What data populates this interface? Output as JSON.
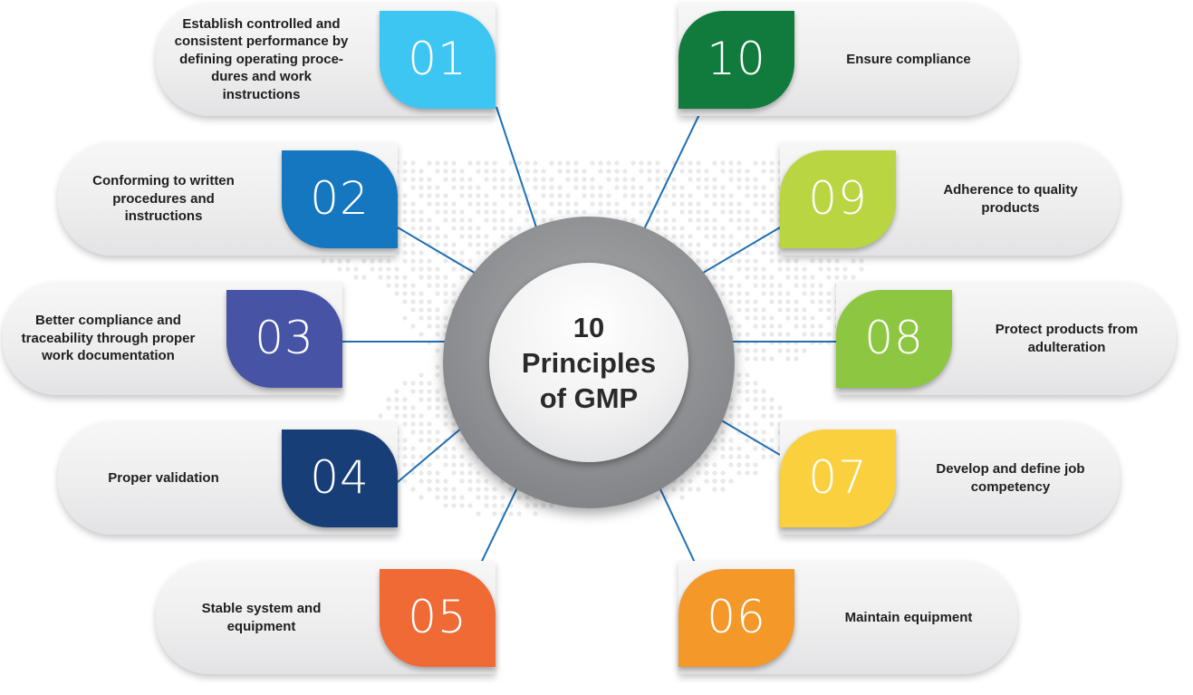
{
  "center": {
    "line1": "10",
    "line2": "Principles",
    "line3": "of GMP"
  },
  "principles": [
    {
      "number": "01",
      "lines": [
        "Establish controlled and",
        "consistent performance by",
        "defining operating proce-",
        "dures and work instructions"
      ],
      "color": "#3ec6f2"
    },
    {
      "number": "02",
      "lines": [
        "Conforming to written",
        "procedures and instructions"
      ],
      "color": "#1577c0"
    },
    {
      "number": "03",
      "lines": [
        "Better compliance and",
        "traceability through proper",
        "work documentation"
      ],
      "color": "#4754a5"
    },
    {
      "number": "04",
      "lines": [
        "Proper validation"
      ],
      "color": "#183e78"
    },
    {
      "number": "05",
      "lines": [
        "Stable system and",
        "equipment"
      ],
      "color": "#ef6a34"
    },
    {
      "number": "06",
      "lines": [
        "Maintain equipment"
      ],
      "color": "#f4982a"
    },
    {
      "number": "07",
      "lines": [
        "Develop and define job",
        "competency"
      ],
      "color": "#fbd03e"
    },
    {
      "number": "08",
      "lines": [
        "Protect products from",
        "adulteration"
      ],
      "color": "#8dc640"
    },
    {
      "number": "09",
      "lines": [
        "Adherence to quality",
        "products"
      ],
      "color": "#b9d542"
    },
    {
      "number": "10",
      "lines": [
        "Ensure compliance"
      ],
      "color": "#117a3d"
    }
  ],
  "connector_color": "#1f6fb3"
}
